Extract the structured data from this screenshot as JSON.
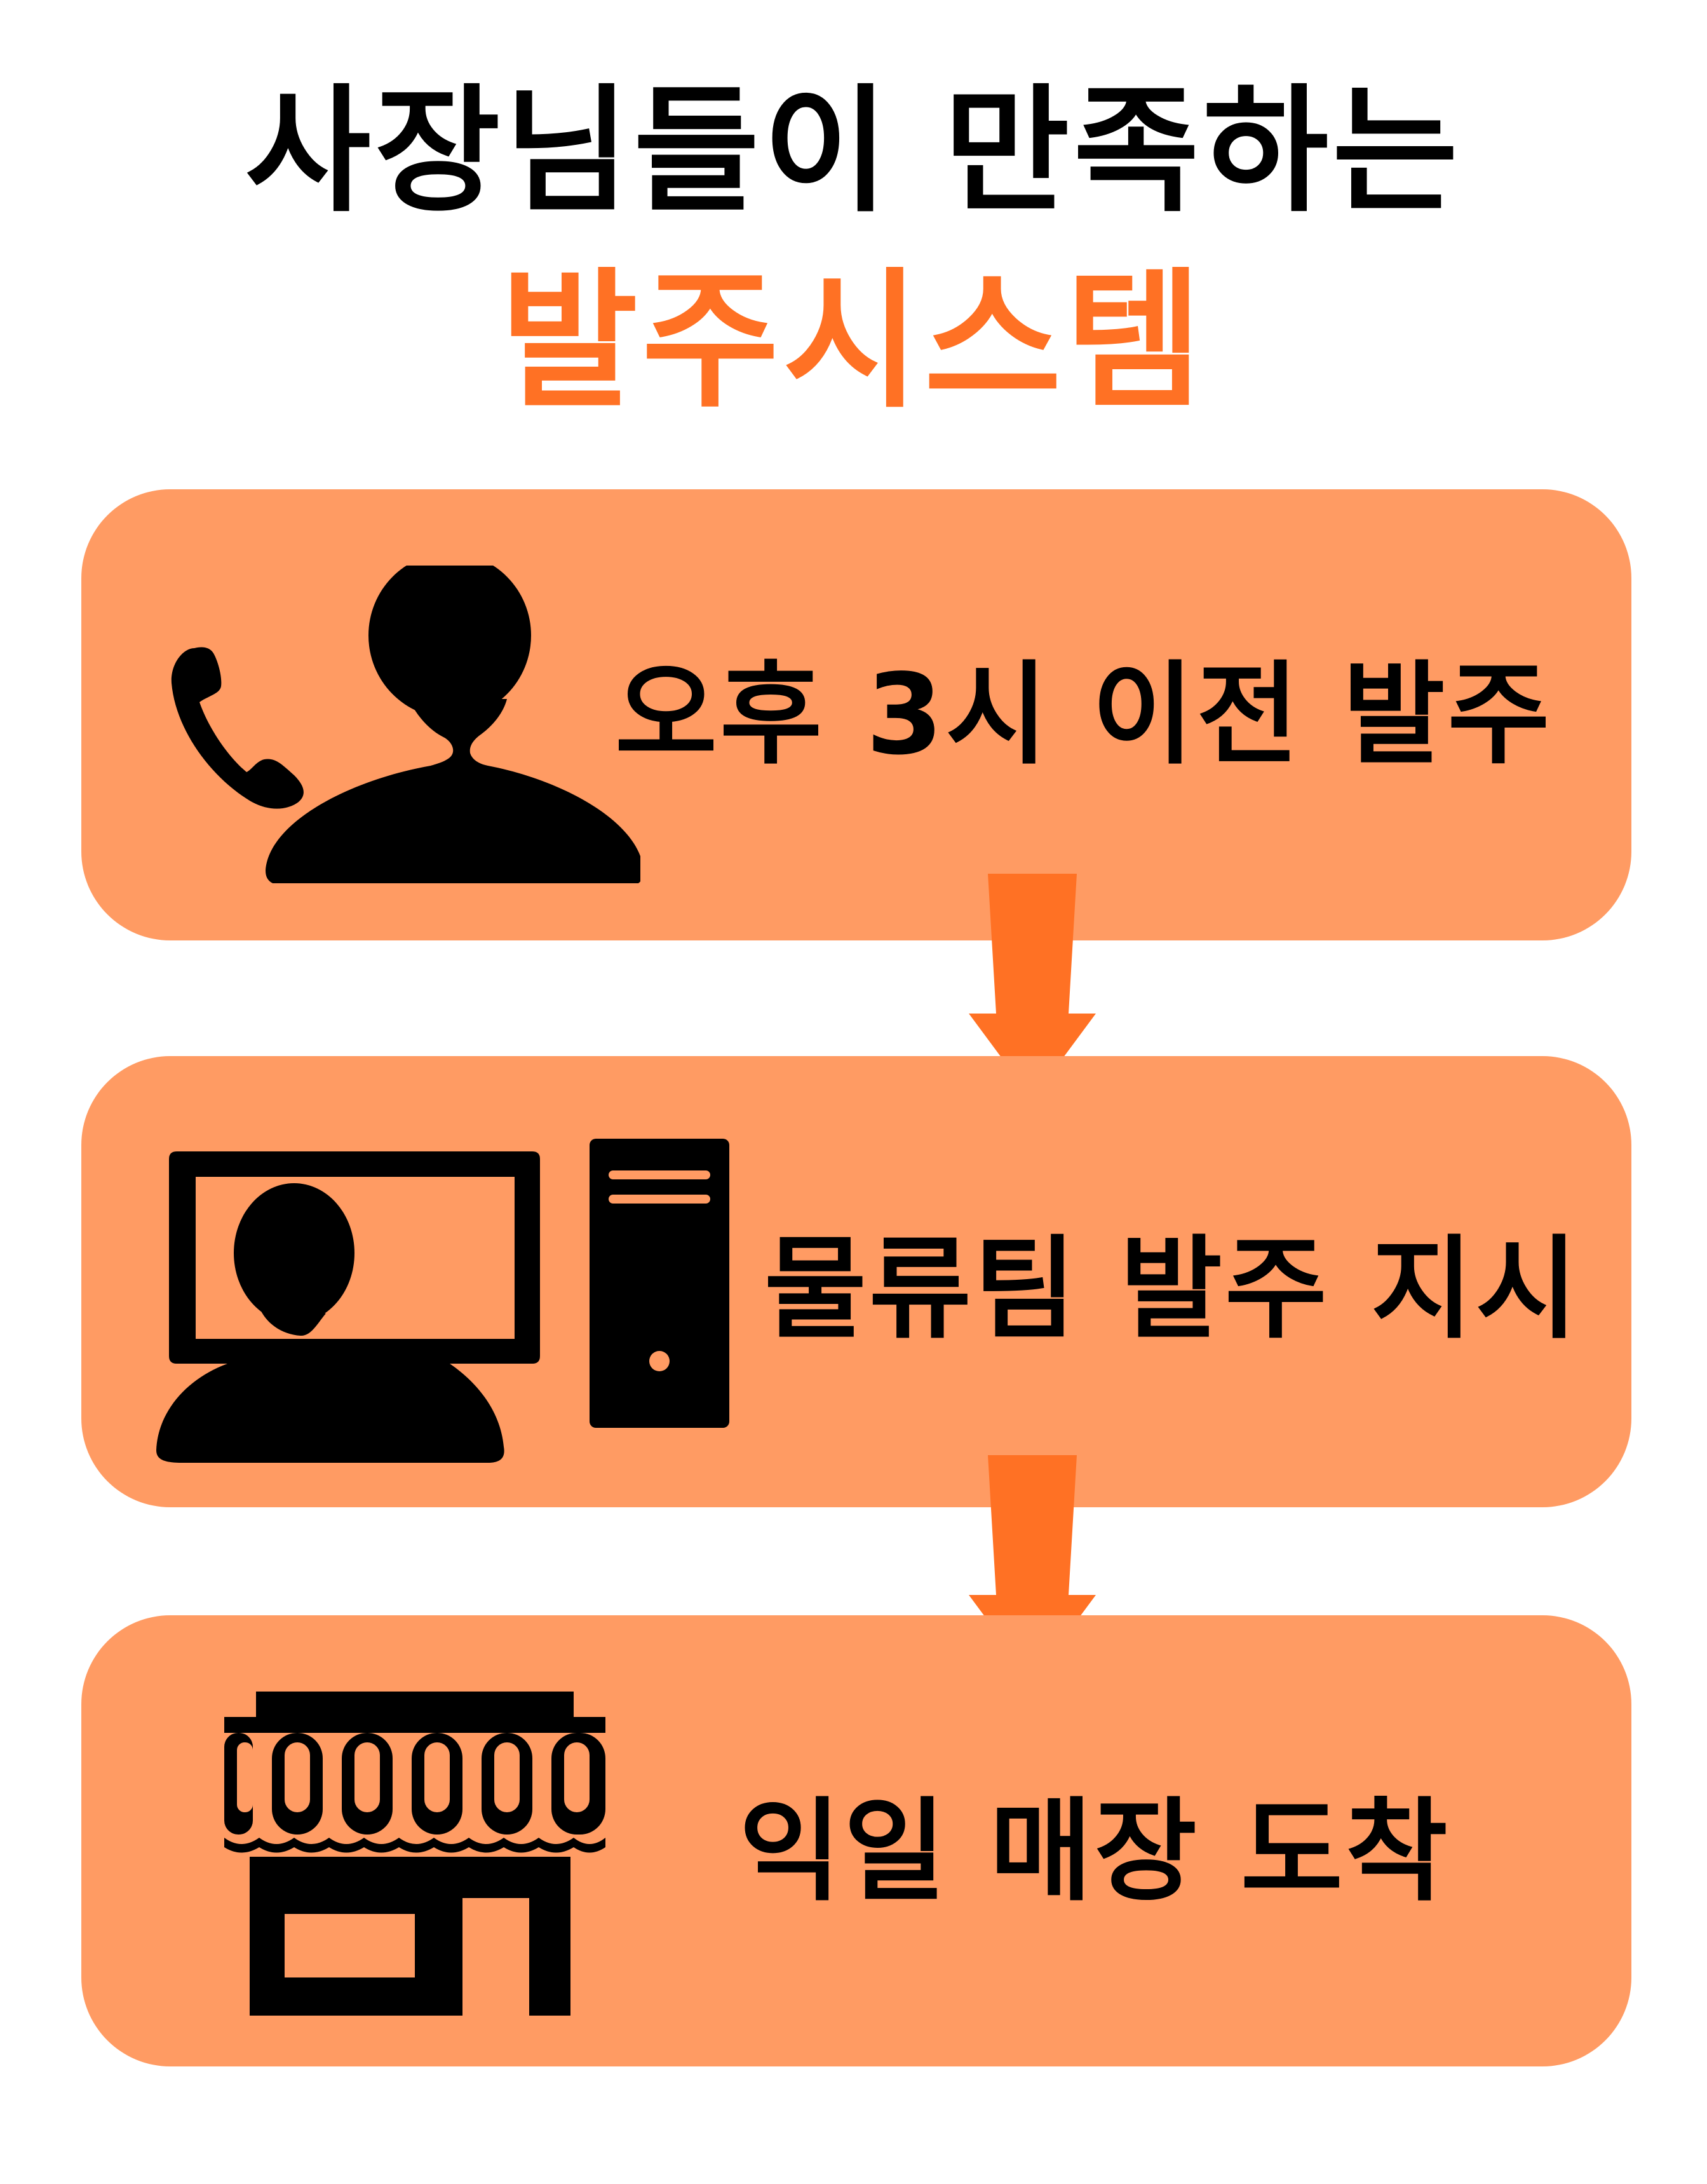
{
  "heading": {
    "line1": "사장님들이 만족하는",
    "line2": "발주시스템"
  },
  "steps": [
    {
      "label": "오후 3시 이전 발주",
      "icon": "phone-person-icon"
    },
    {
      "label": "물류팀 발주 지시",
      "icon": "computer-person-icon"
    },
    {
      "label": "익일 매장 도착",
      "icon": "store-icon"
    }
  ],
  "colors": {
    "box": "#FF9B63",
    "accent": "#FF7124",
    "text": "#000000",
    "background": "#FFFFFF"
  }
}
